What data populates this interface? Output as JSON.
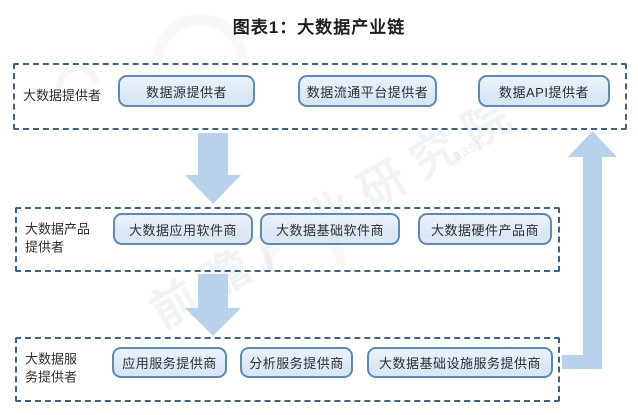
{
  "title": "图表1：大数据产业链",
  "rows": [
    {
      "label": "大数据提供者",
      "boxes": [
        "数据源提供者",
        "数据流通平台提供者",
        "数据API提供者"
      ]
    },
    {
      "label": "大数据产品\n提供者",
      "boxes": [
        "大数据应用软件商",
        "大数据基础软件商",
        "大数据硬件产品商"
      ]
    },
    {
      "label": "大数据服\n务提供者",
      "boxes": [
        "应用服务提供商",
        "分析服务提供商",
        "大数据基础设施服务提供商"
      ]
    }
  ],
  "arrows": [
    {
      "name": "arrow-row1-to-row2",
      "direction": "down"
    },
    {
      "name": "arrow-row2-to-row3",
      "direction": "down"
    },
    {
      "name": "arrow-row3-to-row1",
      "direction": "up-elbow"
    }
  ],
  "watermark": {
    "text": "前瞻产业研究院",
    "fragment": "8395"
  },
  "colors": {
    "box_fill": "#d9e7f5",
    "box_border": "#5d89b4",
    "dashed_border": "#41617e",
    "arrow": "#b9d2ec",
    "title_text": "#1f1f1f",
    "body_text": "#2f2f2f",
    "watermark": "#aebdc9"
  }
}
